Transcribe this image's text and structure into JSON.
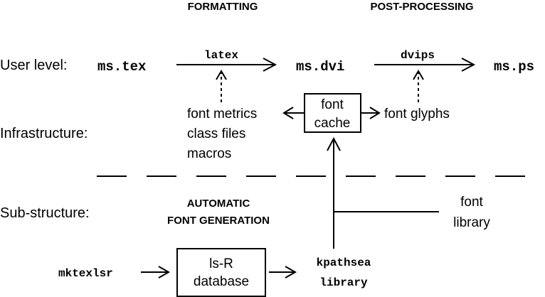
{
  "headers": {
    "formatting": "FORMATTING",
    "post_processing": "POST-PROCESSING",
    "automatic_1": "AUTOMATIC",
    "automatic_2": "FONT GENERATION"
  },
  "levels": {
    "user": "User level:",
    "infrastructure": "Infrastructure:",
    "sub_structure": "Sub-structure:"
  },
  "files": {
    "ms_tex": "ms.tex",
    "ms_dvi": "ms.dvi",
    "ms_ps": "ms.ps"
  },
  "tools": {
    "latex": "latex",
    "dvips": "dvips",
    "mktexlsr": "mktexlsr",
    "kpathsea_1": "kpathsea",
    "kpathsea_2": "library"
  },
  "infra": {
    "font_metrics": "font metrics",
    "class_files": "class files",
    "macros": "macros",
    "font_cache_1": "font",
    "font_cache_2": "cache",
    "font_glyphs": "font glyphs"
  },
  "sub": {
    "font_library_1": "font",
    "font_library_2": "library",
    "lsr_db_1": "ls-R",
    "lsr_db_2": "database"
  }
}
